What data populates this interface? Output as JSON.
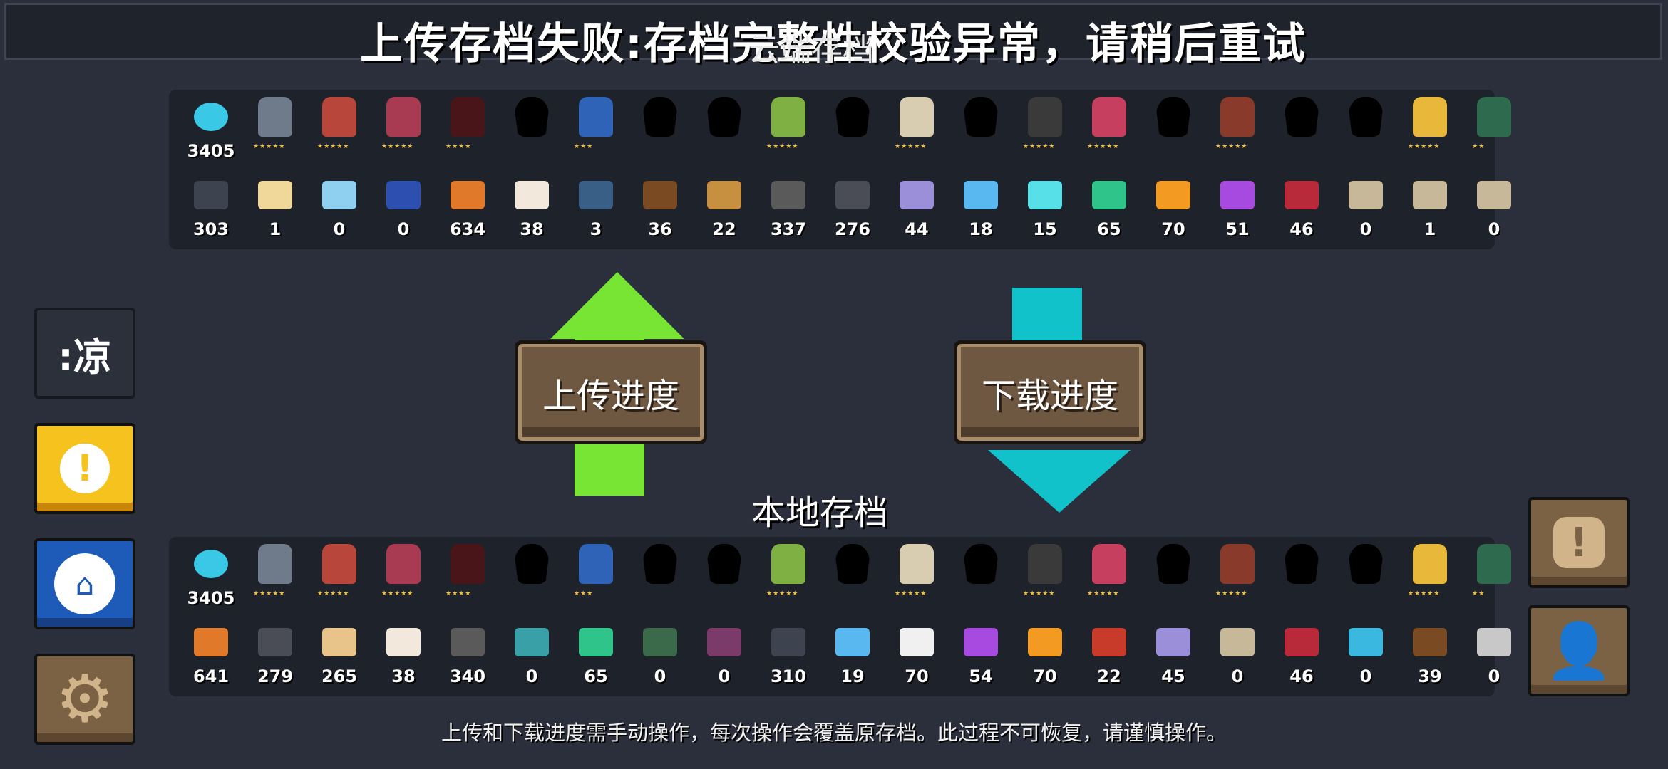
{
  "banner": {
    "message": "上传存档失败:存档完整性校验异常，请稍后重试"
  },
  "cloud": {
    "title": "云端存档",
    "characters": [
      {
        "kind": "gem",
        "count": "3405",
        "color": "#39c8e6"
      },
      {
        "kind": "char",
        "color": "#6f7b8a",
        "stars": "★★★★★"
      },
      {
        "kind": "char",
        "color": "#b8463a",
        "stars": "★★★★★"
      },
      {
        "kind": "char",
        "color": "#a83a52",
        "stars": "★★★★★"
      },
      {
        "kind": "char",
        "color": "#4a1518",
        "stars": "★★★★"
      },
      {
        "kind": "sil"
      },
      {
        "kind": "char",
        "color": "#2f63b8",
        "stars": "★★★"
      },
      {
        "kind": "sil"
      },
      {
        "kind": "sil"
      },
      {
        "kind": "char",
        "color": "#7fb043",
        "stars": "★★★★★"
      },
      {
        "kind": "sil"
      },
      {
        "kind": "char",
        "color": "#d8cdb0",
        "stars": "★★★★★"
      },
      {
        "kind": "sil"
      },
      {
        "kind": "char",
        "color": "#3a3a3a",
        "stars": "★★★★★"
      },
      {
        "kind": "char",
        "color": "#c63f5f",
        "stars": "★★★★★"
      },
      {
        "kind": "sil"
      },
      {
        "kind": "char",
        "color": "#8a3a2a",
        "stars": "★★★★★"
      },
      {
        "kind": "sil"
      },
      {
        "kind": "sil"
      },
      {
        "kind": "char",
        "color": "#e8b83a",
        "stars": "★★★★★"
      },
      {
        "kind": "char",
        "color": "#2e6b4e",
        "stars": "★★"
      }
    ],
    "items": [
      {
        "count": "303",
        "color": "#3d4450"
      },
      {
        "count": "1",
        "color": "#f0d79a"
      },
      {
        "count": "0",
        "color": "#8fd0f0"
      },
      {
        "count": "0",
        "color": "#2d4fb0"
      },
      {
        "count": "634",
        "color": "#e07a2a"
      },
      {
        "count": "38",
        "color": "#f2e9dc"
      },
      {
        "count": "3",
        "color": "#3a5f86"
      },
      {
        "count": "36",
        "color": "#7a4a22"
      },
      {
        "count": "22",
        "color": "#c79040"
      },
      {
        "count": "337",
        "color": "#5a5a5a"
      },
      {
        "count": "276",
        "color": "#4a4d55"
      },
      {
        "count": "44",
        "color": "#9a8fd8"
      },
      {
        "count": "18",
        "color": "#5ab8f0"
      },
      {
        "count": "15",
        "color": "#58e0e8"
      },
      {
        "count": "65",
        "color": "#2ec48a"
      },
      {
        "count": "70",
        "color": "#f29a22"
      },
      {
        "count": "51",
        "color": "#a64ae0"
      },
      {
        "count": "46",
        "color": "#b82a3a"
      },
      {
        "count": "0",
        "color": "#c8b89a"
      },
      {
        "count": "1",
        "color": "#c8b89a"
      },
      {
        "count": "0",
        "color": "#c8b89a"
      }
    ]
  },
  "local": {
    "title": "本地存档",
    "characters": [
      {
        "kind": "gem",
        "count": "3405",
        "color": "#39c8e6"
      },
      {
        "kind": "char",
        "color": "#6f7b8a",
        "stars": "★★★★★"
      },
      {
        "kind": "char",
        "color": "#b8463a",
        "stars": "★★★★★"
      },
      {
        "kind": "char",
        "color": "#a83a52",
        "stars": "★★★★★"
      },
      {
        "kind": "char",
        "color": "#4a1518",
        "stars": "★★★★"
      },
      {
        "kind": "sil"
      },
      {
        "kind": "char",
        "color": "#2f63b8",
        "stars": "★★★"
      },
      {
        "kind": "sil"
      },
      {
        "kind": "sil"
      },
      {
        "kind": "char",
        "color": "#7fb043",
        "stars": "★★★★★"
      },
      {
        "kind": "sil"
      },
      {
        "kind": "char",
        "color": "#d8cdb0",
        "stars": "★★★★★"
      },
      {
        "kind": "sil"
      },
      {
        "kind": "char",
        "color": "#3a3a3a",
        "stars": "★★★★★"
      },
      {
        "kind": "char",
        "color": "#c63f5f",
        "stars": "★★★★★"
      },
      {
        "kind": "sil"
      },
      {
        "kind": "char",
        "color": "#8a3a2a",
        "stars": "★★★★★"
      },
      {
        "kind": "sil"
      },
      {
        "kind": "sil"
      },
      {
        "kind": "char",
        "color": "#e8b83a",
        "stars": "★★★★★"
      },
      {
        "kind": "char",
        "color": "#2e6b4e",
        "stars": "★★"
      }
    ],
    "items": [
      {
        "count": "641",
        "color": "#e07a2a"
      },
      {
        "count": "279",
        "color": "#4a4d55"
      },
      {
        "count": "265",
        "color": "#e8c48a"
      },
      {
        "count": "38",
        "color": "#f2e9dc"
      },
      {
        "count": "340",
        "color": "#5a5a5a"
      },
      {
        "count": "0",
        "color": "#3aa0a8"
      },
      {
        "count": "65",
        "color": "#2ec48a"
      },
      {
        "count": "0",
        "color": "#3a6a4a"
      },
      {
        "count": "0",
        "color": "#7a3a6a"
      },
      {
        "count": "310",
        "color": "#3d4450"
      },
      {
        "count": "19",
        "color": "#5ab8f0"
      },
      {
        "count": "70",
        "color": "#f0f0f0"
      },
      {
        "count": "54",
        "color": "#a64ae0"
      },
      {
        "count": "70",
        "color": "#f29a22"
      },
      {
        "count": "22",
        "color": "#c83a2a"
      },
      {
        "count": "45",
        "color": "#9a8fd8"
      },
      {
        "count": "0",
        "color": "#c8b89a"
      },
      {
        "count": "46",
        "color": "#b82a3a"
      },
      {
        "count": "0",
        "color": "#3ab8e0"
      },
      {
        "count": "39",
        "color": "#7a4a22"
      },
      {
        "count": "0",
        "color": "#c8c8c8"
      }
    ]
  },
  "buttons": {
    "upload_label": "上传进度",
    "download_label": "下载进度",
    "side_dark_label": ":凉",
    "side_yellow_glyph": "!",
    "side_blue_glyph": "⌂",
    "side_gear_glyph": "⚙",
    "right_alert_glyph": "!",
    "right_person_glyph": "👤"
  },
  "footer": {
    "notice": "上传和下载进度需手动操作，每次操作会覆盖原存档。此过程不可恢复，请谨慎操作。"
  },
  "colors": {
    "upload_arrow": "#78e534",
    "download_arrow": "#12c2cb",
    "wood": "#6f5841",
    "panel": "#1e222a",
    "background": "#2a2f3b"
  }
}
